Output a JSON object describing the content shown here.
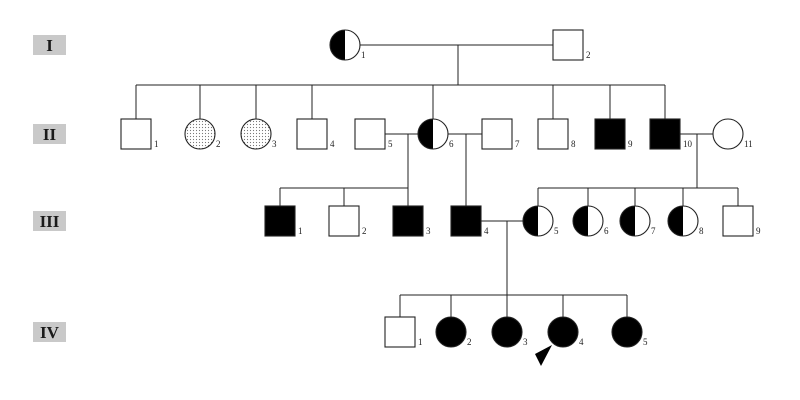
{
  "generations": [
    "I",
    "II",
    "III",
    "IV"
  ],
  "individuals": [
    {
      "id": "I-1",
      "gen": "I",
      "label": "1",
      "sex": "female",
      "status": "carrier"
    },
    {
      "id": "I-2",
      "gen": "I",
      "label": "2",
      "sex": "male",
      "status": "unaffected"
    },
    {
      "id": "II-1",
      "gen": "II",
      "label": "1",
      "sex": "male",
      "status": "unaffected"
    },
    {
      "id": "II-2",
      "gen": "II",
      "label": "2",
      "sex": "female",
      "status": "dotted"
    },
    {
      "id": "II-3",
      "gen": "II",
      "label": "3",
      "sex": "female",
      "status": "dotted"
    },
    {
      "id": "II-4",
      "gen": "II",
      "label": "4",
      "sex": "male",
      "status": "unaffected"
    },
    {
      "id": "II-5",
      "gen": "II",
      "label": "5",
      "sex": "male",
      "status": "unaffected"
    },
    {
      "id": "II-6",
      "gen": "II",
      "label": "6",
      "sex": "female",
      "status": "carrier"
    },
    {
      "id": "II-7",
      "gen": "II",
      "label": "7",
      "sex": "male",
      "status": "unaffected"
    },
    {
      "id": "II-8",
      "gen": "II",
      "label": "8",
      "sex": "male",
      "status": "unaffected"
    },
    {
      "id": "II-9",
      "gen": "II",
      "label": "9",
      "sex": "male",
      "status": "affected"
    },
    {
      "id": "II-10",
      "gen": "II",
      "label": "10",
      "sex": "male",
      "status": "affected"
    },
    {
      "id": "II-11",
      "gen": "II",
      "label": "11",
      "sex": "female",
      "status": "unaffected"
    },
    {
      "id": "III-1",
      "gen": "III",
      "label": "1",
      "sex": "male",
      "status": "affected"
    },
    {
      "id": "III-2",
      "gen": "III",
      "label": "2",
      "sex": "male",
      "status": "unaffected"
    },
    {
      "id": "III-3",
      "gen": "III",
      "label": "3",
      "sex": "male",
      "status": "affected"
    },
    {
      "id": "III-4",
      "gen": "III",
      "label": "4",
      "sex": "male",
      "status": "affected"
    },
    {
      "id": "III-5",
      "gen": "III",
      "label": "5",
      "sex": "female",
      "status": "carrier"
    },
    {
      "id": "III-6",
      "gen": "III",
      "label": "6",
      "sex": "female",
      "status": "carrier"
    },
    {
      "id": "III-7",
      "gen": "III",
      "label": "7",
      "sex": "female",
      "status": "carrier"
    },
    {
      "id": "III-8",
      "gen": "III",
      "label": "8",
      "sex": "female",
      "status": "carrier"
    },
    {
      "id": "III-9",
      "gen": "III",
      "label": "9",
      "sex": "male",
      "status": "unaffected"
    },
    {
      "id": "IV-1",
      "gen": "IV",
      "label": "1",
      "sex": "male",
      "status": "unaffected"
    },
    {
      "id": "IV-2",
      "gen": "IV",
      "label": "2",
      "sex": "female",
      "status": "affected"
    },
    {
      "id": "IV-3",
      "gen": "IV",
      "label": "3",
      "sex": "female",
      "status": "affected"
    },
    {
      "id": "IV-4",
      "gen": "IV",
      "label": "4",
      "sex": "female",
      "status": "affected",
      "proband": true
    },
    {
      "id": "IV-5",
      "gen": "IV",
      "label": "5",
      "sex": "female",
      "status": "affected"
    }
  ],
  "colors": {
    "line": "#222222",
    "affected_fill": "#000000",
    "unaffected_fill": "#ffffff",
    "dotted_fill": "#d9d9d9",
    "generation_label_bg": "#c9c9c9"
  }
}
